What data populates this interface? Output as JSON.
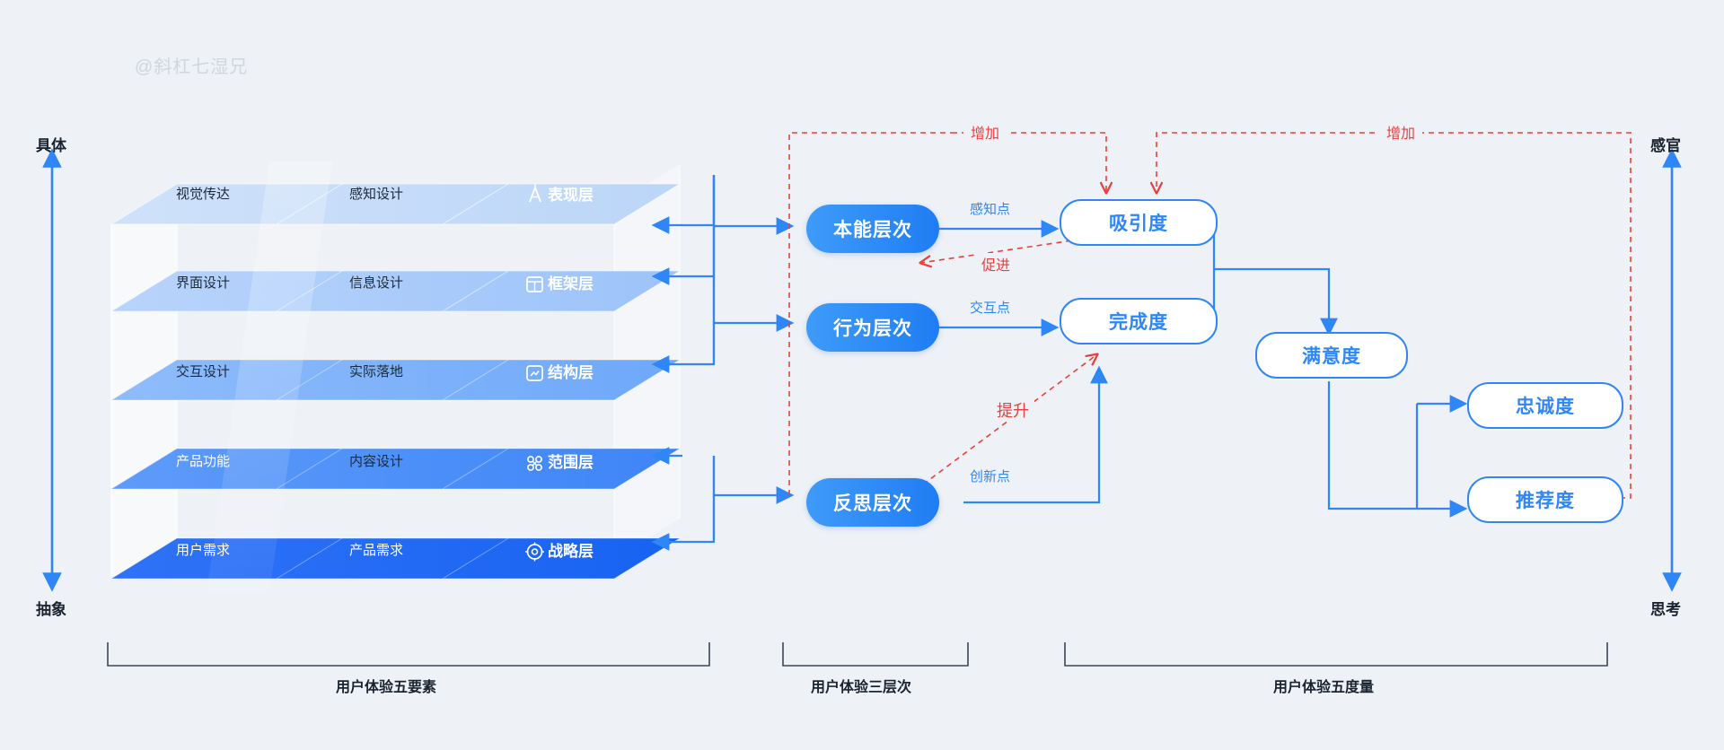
{
  "watermark": "@斜杠七湿兄",
  "axes": {
    "left_top": "具体",
    "left_bottom": "抽象",
    "right_top": "感官",
    "right_bottom": "思考"
  },
  "five_elements": {
    "caption": "用户体验五要素",
    "layers": [
      {
        "col1": "视觉传达",
        "col2": "感知设计",
        "name": "表现层",
        "icon": "typography-icon"
      },
      {
        "col1": "界面设计",
        "col2": "信息设计",
        "name": "框架层",
        "icon": "wireframe-icon"
      },
      {
        "col1": "交互设计",
        "col2": "实际落地",
        "name": "结构层",
        "icon": "structure-icon"
      },
      {
        "col1": "产品功能",
        "col2": "内容设计",
        "name": "范围层",
        "icon": "scope-icon"
      },
      {
        "col1": "用户需求",
        "col2": "产品需求",
        "name": "战略层",
        "icon": "target-icon"
      }
    ]
  },
  "three_levels": {
    "caption": "用户体验三层次",
    "items": [
      {
        "label": "本能层次",
        "point": "感知点"
      },
      {
        "label": "行为层次",
        "point": "交互点"
      },
      {
        "label": "反思层次",
        "point": "创新点"
      }
    ]
  },
  "five_measures": {
    "caption": "用户体验五度量",
    "items": [
      {
        "label": "吸引度"
      },
      {
        "label": "完成度"
      },
      {
        "label": "满意度"
      },
      {
        "label": "忠诚度"
      },
      {
        "label": "推荐度"
      }
    ]
  },
  "annotations": {
    "increase_left": "增加",
    "increase_right": "增加",
    "promote": "促进",
    "improve": "提升"
  },
  "colors": {
    "blue": "#2f86f6",
    "red": "#e8413d",
    "bg": "#eef1f6",
    "plate_top": "#cfe0f8",
    "plate_bottom": "#1a6ef5"
  }
}
